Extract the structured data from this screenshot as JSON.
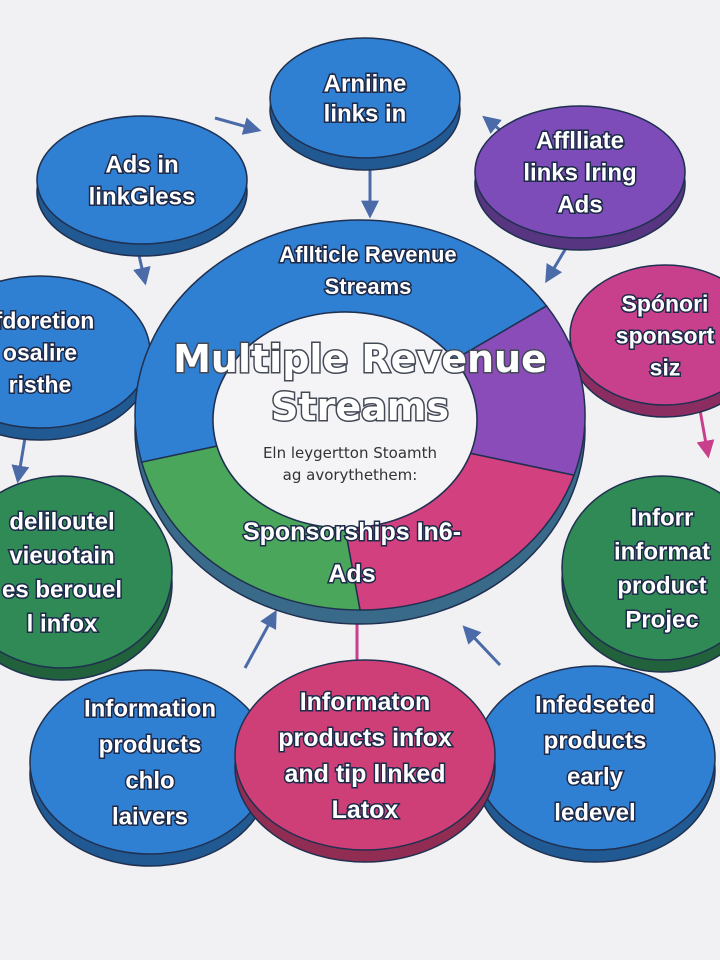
{
  "colors": {
    "background": "#f1f1f3",
    "blue": "#2f7fd2",
    "purple": "#7d4cb8",
    "pink": "#cf3f86",
    "green": "#3f9a58",
    "dark_green": "#2f7f55",
    "arrow": "#4a6aa8"
  },
  "hub": {
    "segments": [
      {
        "name": "blue",
        "color": "#2f7fd2",
        "from_deg": 166,
        "to_deg": 326
      },
      {
        "name": "purple",
        "color": "#8a4cb8",
        "from_deg": 326,
        "to_deg": 378
      },
      {
        "name": "pink",
        "color": "#d2407f",
        "from_deg": 18,
        "to_deg": 90
      },
      {
        "name": "green",
        "color": "#4aa65a",
        "from_deg": 90,
        "to_deg": 166
      }
    ],
    "ring_top_label": [
      "Afllticle Revenue",
      "Streams"
    ],
    "title": [
      "Multiple Revenue",
      "Streams"
    ],
    "subtitle": [
      "Eln leygertton Stoamth",
      "ag avorythethem:"
    ],
    "ring_bottom_label": [
      "Sponsorships In6-",
      "Ads"
    ]
  },
  "nodes": [
    {
      "id": "n1",
      "color": "#2f7fd2",
      "lines": [
        "Arniine",
        "links in"
      ]
    },
    {
      "id": "n2",
      "color": "#2f7fd2",
      "lines": [
        "Ads in",
        "linkGless"
      ]
    },
    {
      "id": "n3",
      "color": "#7d4cb8",
      "lines": [
        "Afflliate",
        "links lring",
        "Ads"
      ]
    },
    {
      "id": "n4",
      "color": "#2f7fd2",
      "lines": [
        "rfdoretion",
        "osalire",
        "risthe"
      ]
    },
    {
      "id": "n5",
      "color": "#c8408c",
      "lines": [
        "Spónori",
        "sponsort",
        "siz"
      ]
    },
    {
      "id": "n6",
      "color": "#2f8a55",
      "lines": [
        "deliloutel",
        "vieuotain",
        "es berouel",
        "l  infox"
      ]
    },
    {
      "id": "n7",
      "color": "#2f8a55",
      "lines": [
        "Inforr",
        "informat",
        "product",
        "Projec"
      ]
    },
    {
      "id": "n8",
      "color": "#2f7fd2",
      "lines": [
        "Information",
        "products",
        "chlo",
        "laivers"
      ]
    },
    {
      "id": "n9",
      "color": "#cf3f77",
      "lines": [
        "Informaton",
        "products infox",
        "and tip llnked",
        "Latox"
      ]
    },
    {
      "id": "n10",
      "color": "#2f7fd2",
      "lines": [
        "Infedseted",
        "products",
        "early",
        "ledevel"
      ]
    }
  ]
}
